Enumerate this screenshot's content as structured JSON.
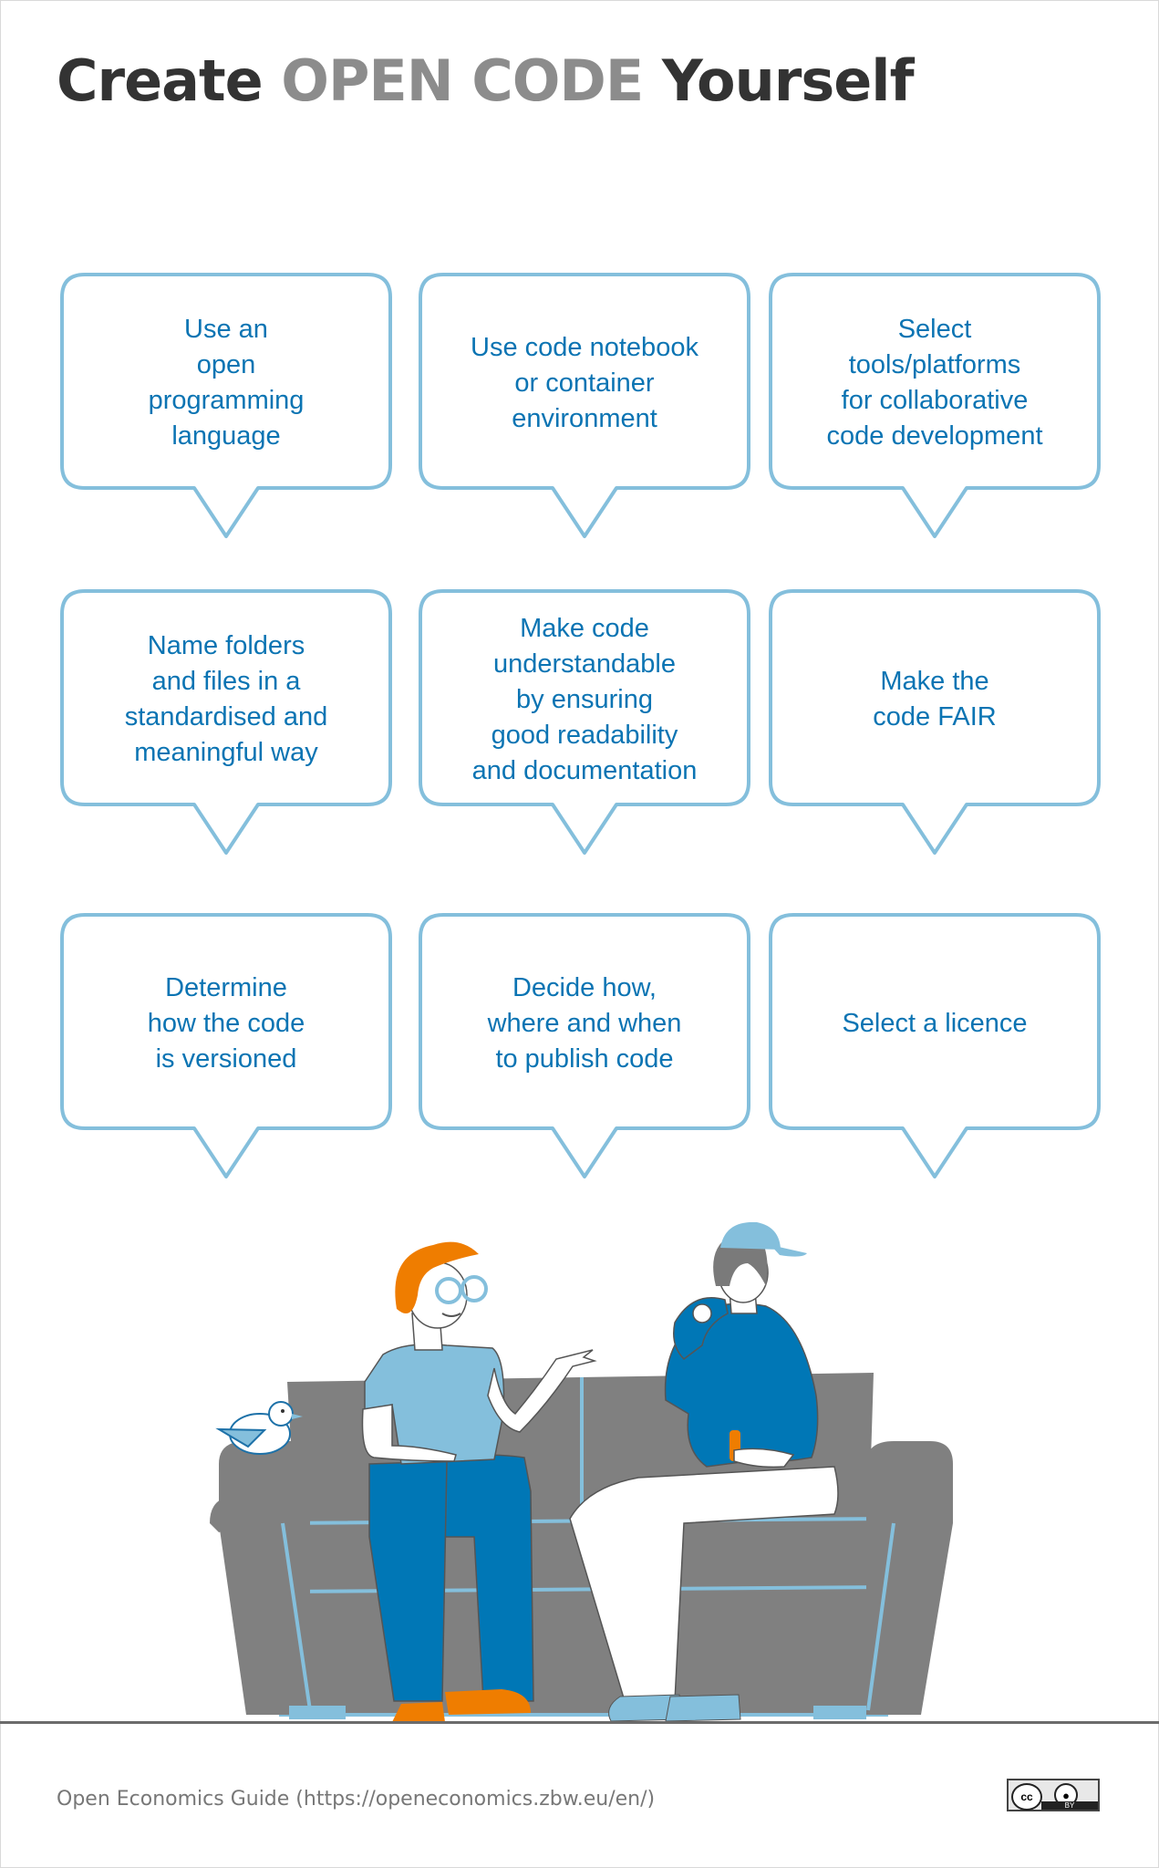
{
  "title": {
    "part1": "Create",
    "part2": "OPEN CODE",
    "part3": "Yourself"
  },
  "colors": {
    "bubble_border": "#84bfdc",
    "bubble_text": "#0b74b3",
    "title_dark": "#333333",
    "title_accent": "#8c8c8c",
    "sofa": "#808080",
    "orange": "#ef7d00",
    "light_blue": "#84bfdc",
    "dark_blue": "#0077b6"
  },
  "bubbles": [
    {
      "text": "Use an\nopen\nprogramming\nlanguage"
    },
    {
      "text": "Use code notebook\nor container\nenvironment"
    },
    {
      "text": "Select\ntools/platforms\nfor collaborative\ncode development"
    },
    {
      "text": "Name folders\nand files in a\nstandardised and\nmeaningful way"
    },
    {
      "text": "Make code\nunderstandable\nby ensuring\ngood readability\nand documentation"
    },
    {
      "text": "Make the\ncode FAIR"
    },
    {
      "text": "Determine\nhow the code\nis versioned"
    },
    {
      "text": "Decide how,\nwhere and when\nto publish code"
    },
    {
      "text": "Select a licence"
    }
  ],
  "footer": {
    "text": "Open Economics Guide (https://openeconomics.zbw.eu/en/)"
  },
  "license": {
    "badge": "CC BY",
    "cc_label": "cc",
    "by_label": "BY"
  }
}
